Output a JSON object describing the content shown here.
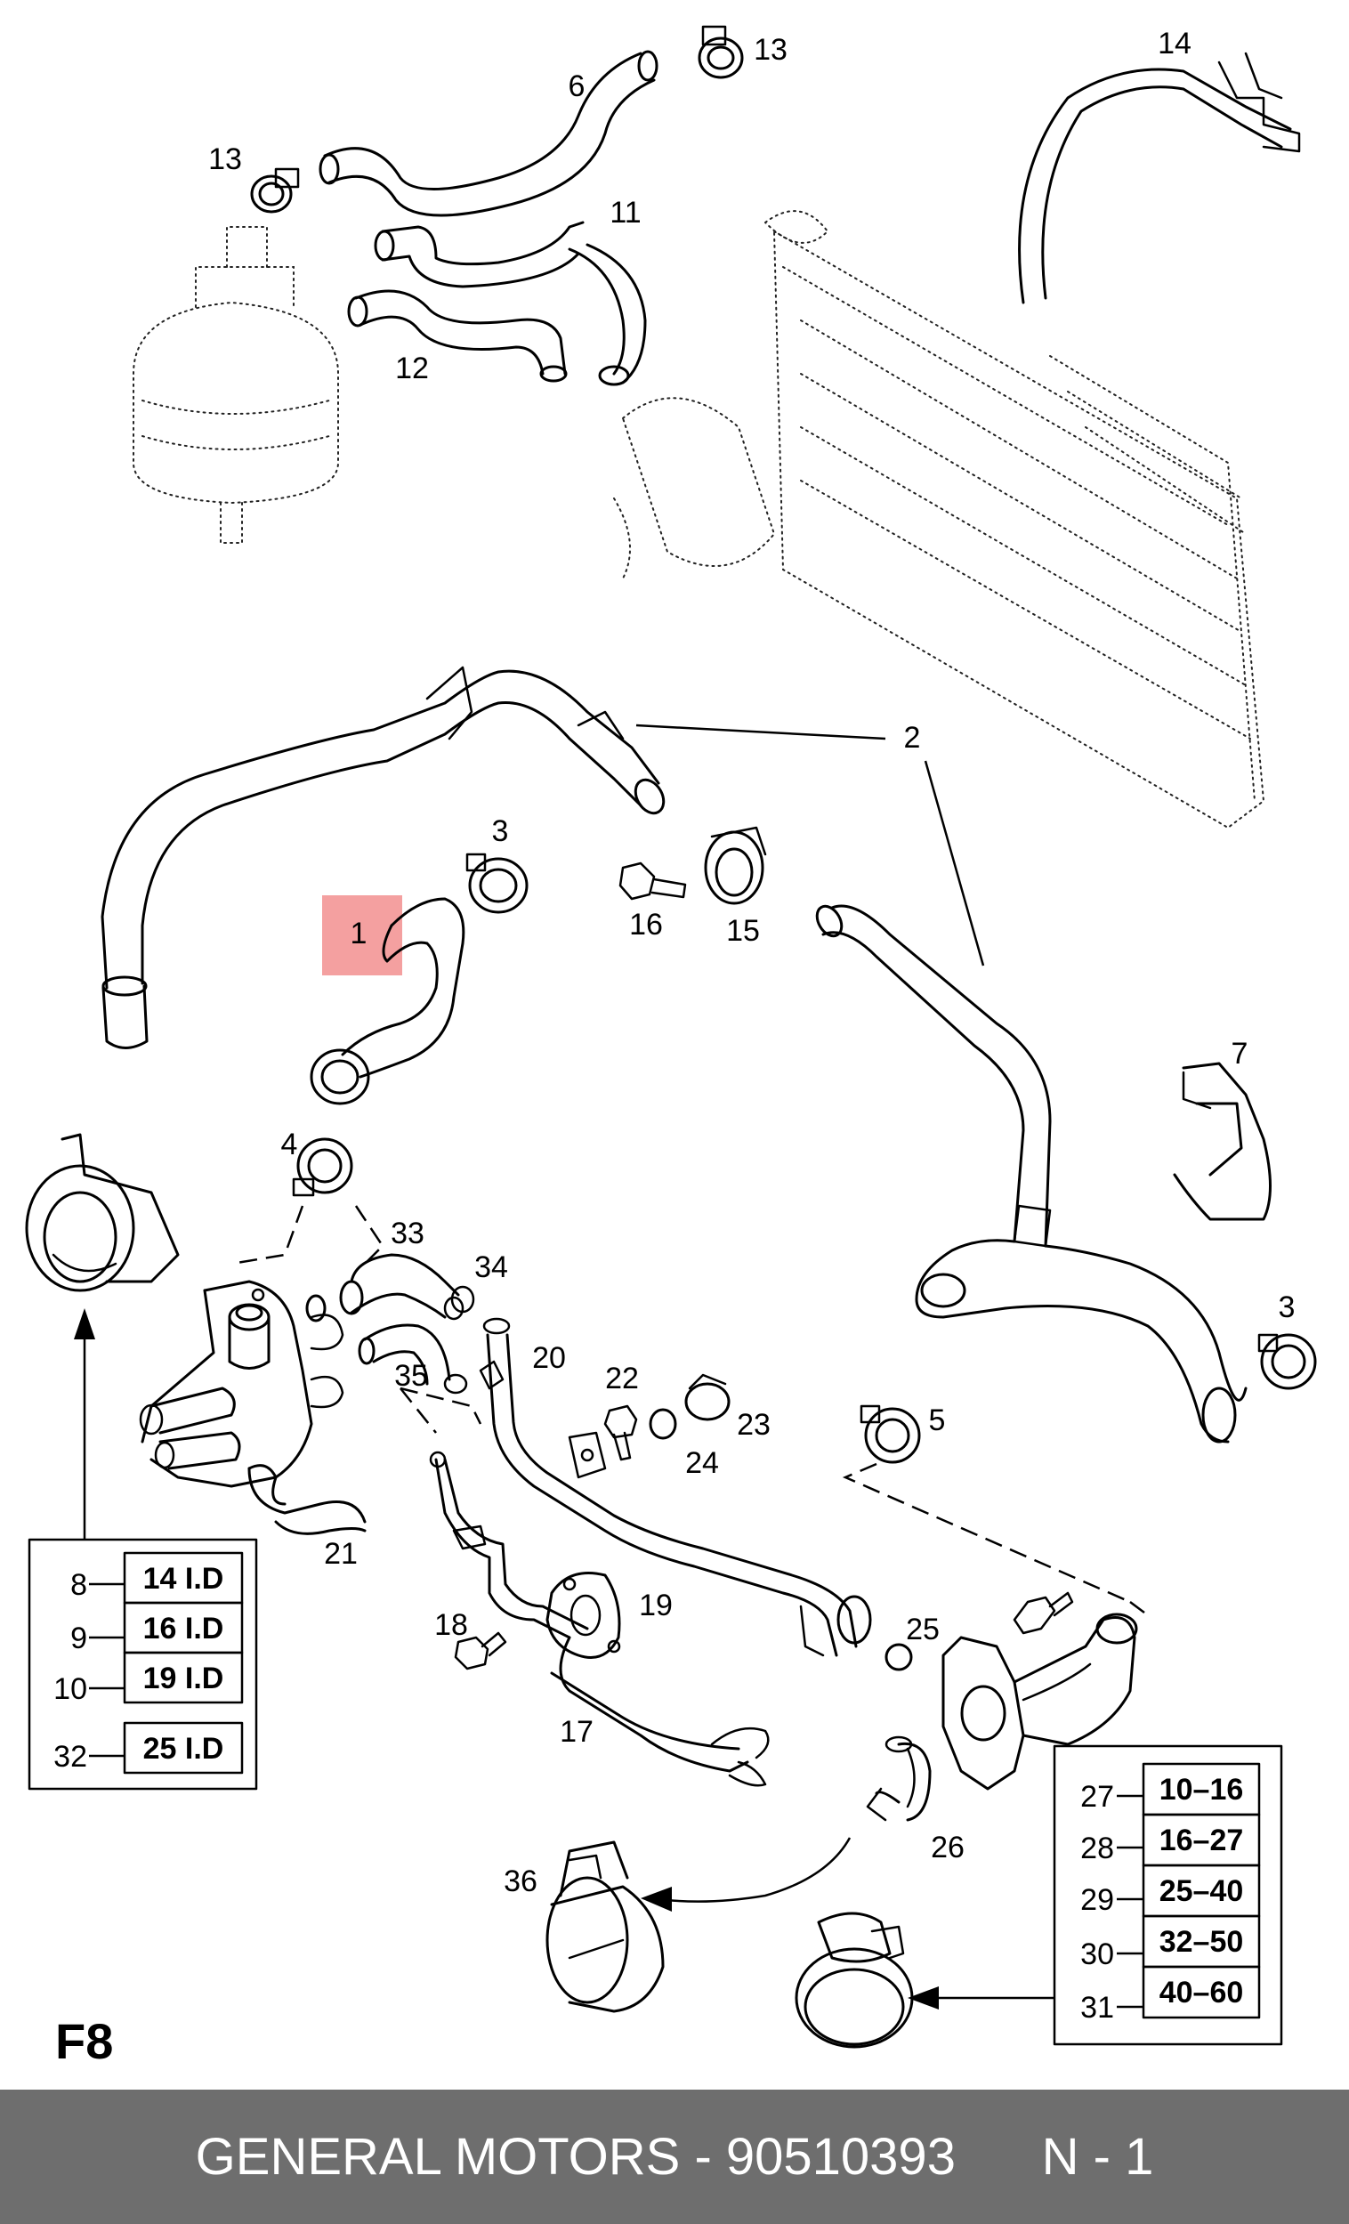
{
  "figure_code": "F8",
  "callouts": [
    {
      "id": "c1",
      "text": "1"
    },
    {
      "id": "c2",
      "text": "2"
    },
    {
      "id": "c3a",
      "text": "3"
    },
    {
      "id": "c3b",
      "text": "3"
    },
    {
      "id": "c4",
      "text": "4"
    },
    {
      "id": "c5",
      "text": "5"
    },
    {
      "id": "c6",
      "text": "6"
    },
    {
      "id": "c7",
      "text": "7"
    },
    {
      "id": "c11",
      "text": "11"
    },
    {
      "id": "c12",
      "text": "12"
    },
    {
      "id": "c13a",
      "text": "13"
    },
    {
      "id": "c13b",
      "text": "13"
    },
    {
      "id": "c14",
      "text": "14"
    },
    {
      "id": "c15",
      "text": "15"
    },
    {
      "id": "c16",
      "text": "16"
    },
    {
      "id": "c17",
      "text": "17"
    },
    {
      "id": "c18",
      "text": "18"
    },
    {
      "id": "c19",
      "text": "19"
    },
    {
      "id": "c20",
      "text": "20"
    },
    {
      "id": "c21",
      "text": "21"
    },
    {
      "id": "c22",
      "text": "22"
    },
    {
      "id": "c23",
      "text": "23"
    },
    {
      "id": "c24",
      "text": "24"
    },
    {
      "id": "c25",
      "text": "25"
    },
    {
      "id": "c26",
      "text": "26"
    },
    {
      "id": "c33",
      "text": "33"
    },
    {
      "id": "c34",
      "text": "34"
    },
    {
      "id": "c35",
      "text": "35"
    },
    {
      "id": "c36",
      "text": "36"
    }
  ],
  "highlight": {
    "part": "1",
    "color": "#f4a0a0"
  },
  "clamp_table_left": [
    {
      "ref": "8",
      "size": "14 I.D"
    },
    {
      "ref": "9",
      "size": "16 I.D"
    },
    {
      "ref": "10",
      "size": "19 I.D"
    },
    {
      "ref": "32",
      "size": "25 I.D"
    }
  ],
  "clamp_table_right": [
    {
      "ref": "27",
      "size": "10–16"
    },
    {
      "ref": "28",
      "size": "16–27"
    },
    {
      "ref": "29",
      "size": "25–40"
    },
    {
      "ref": "30",
      "size": "32–50"
    },
    {
      "ref": "31",
      "size": "40–60"
    }
  ],
  "footer": {
    "brand": "GENERAL MOTORS",
    "separator": "-",
    "part_number": "90510393",
    "quantity": "N - 1"
  }
}
